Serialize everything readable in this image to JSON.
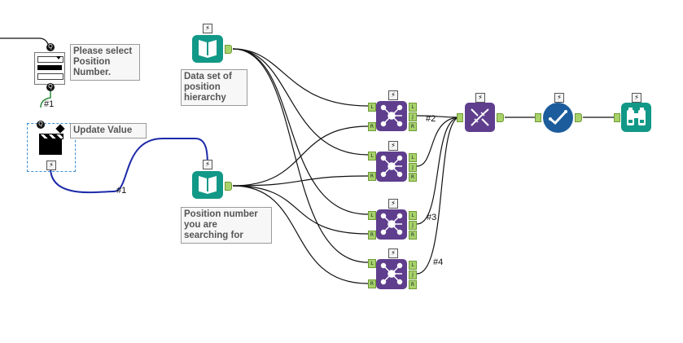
{
  "annotations": {
    "dropdown": [
      "Please select",
      "Position",
      "Number."
    ],
    "update_value": "Update Value",
    "dataset": [
      "Data set of",
      "position",
      "hierarchy"
    ],
    "search": [
      "Position number",
      "you are",
      "searching for"
    ]
  },
  "connection_labels": {
    "c1": "#1",
    "c1b": "#1",
    "c2": "#2",
    "c3": "#3",
    "c4": "#4"
  },
  "join_pins": {
    "left_top": "L",
    "left_bottom": "R",
    "out_l": "L",
    "out_j": "J",
    "out_r": "R"
  },
  "bolt_glyph": "⚡",
  "q_glyph": "Q",
  "colors": {
    "teal": "#129887",
    "purple": "#5f3e8e",
    "blue": "#1c5c9c",
    "anchor": "#a9d36a",
    "wire_blue": "#1c2aa8"
  }
}
